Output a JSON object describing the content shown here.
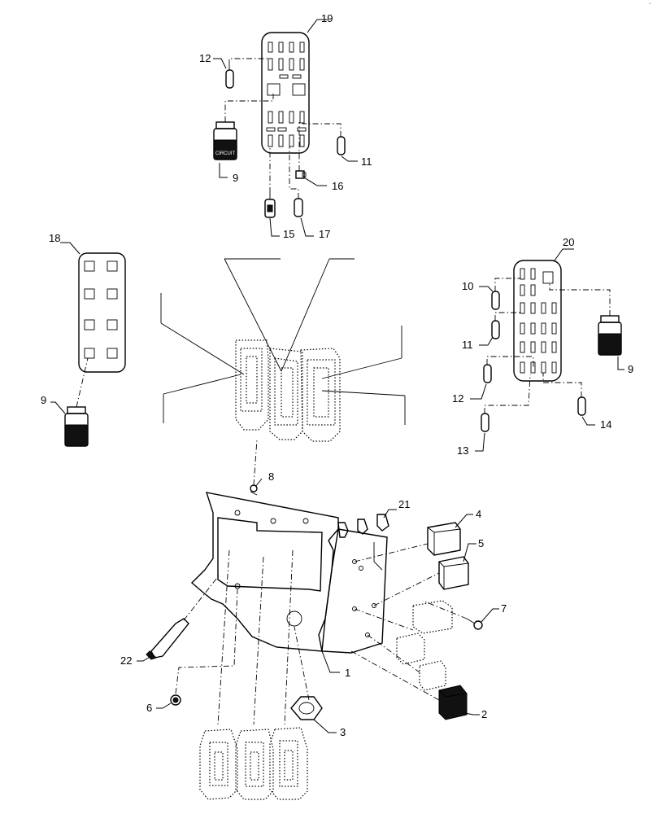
{
  "callouts": [
    {
      "id": "c19",
      "label": "19"
    },
    {
      "id": "c12a",
      "label": "12"
    },
    {
      "id": "c9a",
      "label": "9"
    },
    {
      "id": "c11a",
      "label": "11"
    },
    {
      "id": "c16",
      "label": "16"
    },
    {
      "id": "c15",
      "label": "15"
    },
    {
      "id": "c17",
      "label": "17"
    },
    {
      "id": "c18",
      "label": "18"
    },
    {
      "id": "c9b",
      "label": "9"
    },
    {
      "id": "c20",
      "label": "20"
    },
    {
      "id": "c10",
      "label": "10"
    },
    {
      "id": "c11b",
      "label": "11"
    },
    {
      "id": "c9c",
      "label": "9"
    },
    {
      "id": "c12b",
      "label": "12"
    },
    {
      "id": "c14",
      "label": "14"
    },
    {
      "id": "c13",
      "label": "13"
    },
    {
      "id": "c8",
      "label": "8"
    },
    {
      "id": "c21",
      "label": "21"
    },
    {
      "id": "c4",
      "label": "4"
    },
    {
      "id": "c5",
      "label": "5"
    },
    {
      "id": "c7",
      "label": "7"
    },
    {
      "id": "c22",
      "label": "22"
    },
    {
      "id": "c1",
      "label": "1"
    },
    {
      "id": "c6",
      "label": "6"
    },
    {
      "id": "c3",
      "label": "3"
    },
    {
      "id": "c2",
      "label": "2"
    }
  ],
  "relay_label": "CIRCUIT"
}
